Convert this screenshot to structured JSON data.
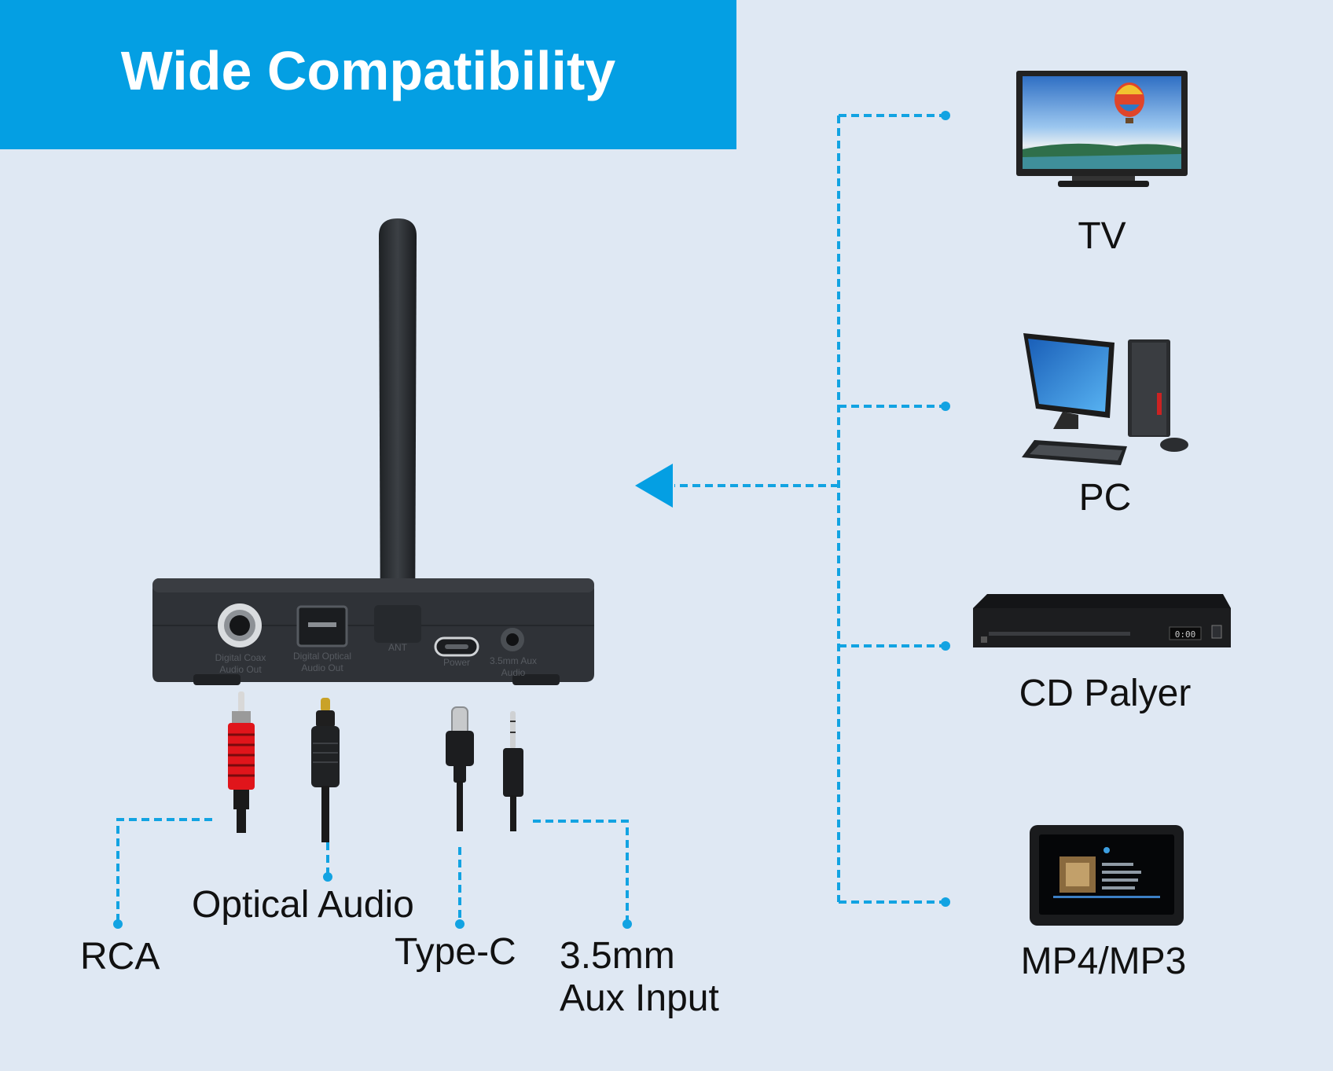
{
  "banner": {
    "title": "Wide Compatibility"
  },
  "colors": {
    "banner": "#049fe3",
    "connector": "#12a3e2",
    "background": "#dfe8f3",
    "device": "#2f3237"
  },
  "device_labels": {
    "coax": [
      "Digital Coax",
      "Audio Out"
    ],
    "optical": [
      "Digital Optical",
      "Audio  Out"
    ],
    "ant": "ANT",
    "power": "Power",
    "aux": [
      "3.5mm Aux",
      "Audio"
    ]
  },
  "cables": {
    "rca": "RCA",
    "optical": "Optical Audio",
    "typec": "Type-C",
    "aux": [
      "3.5mm",
      "Aux Input"
    ]
  },
  "sources": {
    "tv": "TV",
    "pc": "PC",
    "cd": "CD Palyer",
    "mp": "MP4/MP3"
  }
}
